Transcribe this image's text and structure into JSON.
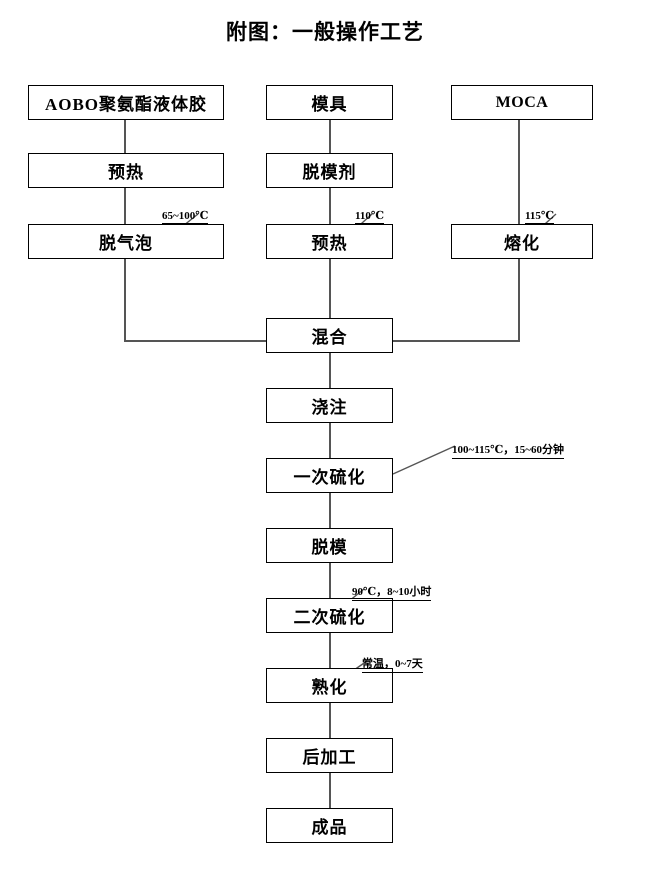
{
  "diagram": {
    "title": "附图：一般操作工艺",
    "type": "process-flowchart",
    "nodes": [
      {
        "id": "aobo",
        "label": "AOBO聚氨酯液体胶",
        "column": "left",
        "row": 1
      },
      {
        "id": "preheat1",
        "label": "预热",
        "column": "left",
        "row": 2
      },
      {
        "id": "degas",
        "label": "脱气泡",
        "column": "left",
        "row": 3
      },
      {
        "id": "mold",
        "label": "模具",
        "column": "middle",
        "row": 1
      },
      {
        "id": "release",
        "label": "脱模剂",
        "column": "middle",
        "row": 2
      },
      {
        "id": "preheat2",
        "label": "预热",
        "column": "middle",
        "row": 3
      },
      {
        "id": "moca",
        "label": "MOCA",
        "column": "right",
        "row": 1
      },
      {
        "id": "melt",
        "label": "熔化",
        "column": "right",
        "row": 3
      },
      {
        "id": "mix",
        "label": "混合",
        "column": "middle",
        "row": 4
      },
      {
        "id": "cast",
        "label": "浇注",
        "column": "middle",
        "row": 5
      },
      {
        "id": "cure1",
        "label": "一次硫化",
        "column": "middle",
        "row": 6
      },
      {
        "id": "demold",
        "label": "脱模",
        "column": "middle",
        "row": 7
      },
      {
        "id": "cure2",
        "label": "二次硫化",
        "column": "middle",
        "row": 8
      },
      {
        "id": "mature",
        "label": "熟化",
        "column": "middle",
        "row": 9
      },
      {
        "id": "postproc",
        "label": "后加工",
        "column": "middle",
        "row": 10
      },
      {
        "id": "product",
        "label": "成品",
        "column": "middle",
        "row": 11
      }
    ],
    "annotations": [
      {
        "id": "a-degas",
        "target": "degas",
        "text": "65~100℃"
      },
      {
        "id": "a-pre2",
        "target": "preheat2",
        "text": "110℃"
      },
      {
        "id": "a-melt",
        "target": "melt",
        "text": "115℃"
      },
      {
        "id": "a-cure1",
        "target": "cure1",
        "text": "100~115℃，15~60分钟"
      },
      {
        "id": "a-cure2",
        "target": "cure2",
        "text": "90℃，8~10小时"
      },
      {
        "id": "a-mature",
        "target": "mature",
        "text": "常温，0~7天"
      }
    ],
    "colors": {
      "box_border": "#000000",
      "connector": "#555555",
      "text": "#000000",
      "background": "#ffffff"
    }
  }
}
